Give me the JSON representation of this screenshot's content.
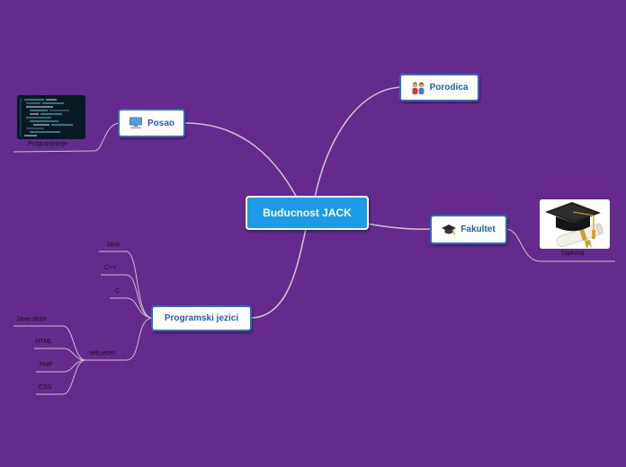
{
  "center": {
    "label": "Buducnost JACK"
  },
  "branches": {
    "porodica": {
      "label": "Porodica",
      "icon": "family-icon"
    },
    "posao": {
      "label": "Posao",
      "icon": "computer-icon"
    },
    "fakultet": {
      "label": "Fakultet",
      "icon": "graduation-cap-icon"
    },
    "jezici": {
      "label": "Programski jezici"
    }
  },
  "leaves": {
    "programiranje": "Programiranje",
    "diploma": "Diploma",
    "java": "Java",
    "cpp": "C++",
    "c": "C",
    "veb": "Veb jezici",
    "javaskript": "Java-skript",
    "html": "HTML",
    "php": "PHP",
    "css": "CSS"
  },
  "images": {
    "programiranje": "code-screen-image",
    "diploma": "graduation-cap-diploma-image"
  },
  "colors": {
    "background": "#652a8e",
    "center_fill": "#1e9be6",
    "node_border": "#2b6cc4",
    "node_text": "#1f5fb4",
    "connector": "#c8c0cc"
  }
}
